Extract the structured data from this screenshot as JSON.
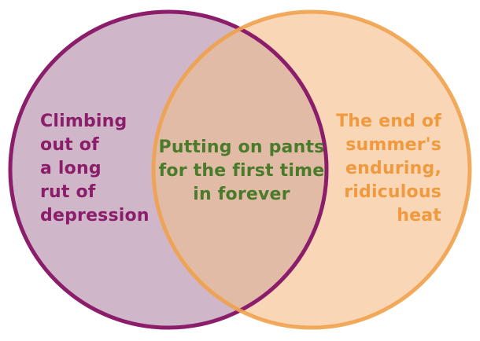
{
  "colors": {
    "left_fill": "#cfb7c9",
    "left_stroke": "#8b1d6b",
    "right_fill": "#f8d6b6",
    "right_stroke": "#f0a24c",
    "overlap_fill": "#e2bba6",
    "left_text": "#8b1d6b",
    "right_text": "#ef9a3f",
    "center_text": "#4a7b2a"
  },
  "left_set": {
    "lines": [
      "Climbing",
      "out of",
      "a long",
      "rut of",
      "depression"
    ]
  },
  "right_set": {
    "lines": [
      "The end of",
      "summer's",
      "enduring,",
      "ridiculous",
      "heat"
    ]
  },
  "overlap": {
    "lines": [
      "Putting on pants",
      "for the first time",
      "in forever"
    ]
  }
}
